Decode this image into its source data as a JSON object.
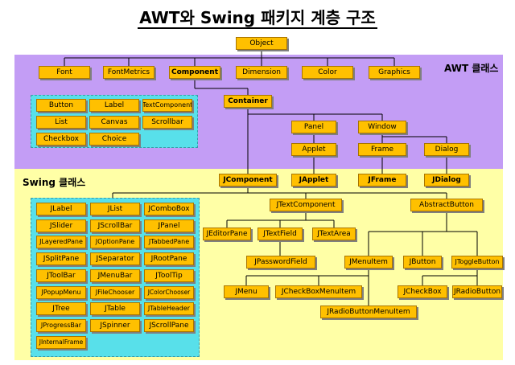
{
  "title": "AWT와 Swing 패키지 계층 구조",
  "regions": {
    "awt_label": "AWT 클래스",
    "swing_label": "Swing 클래스"
  },
  "colors": {
    "awt_region": "#c39df5",
    "swing_region": "#ffffa6",
    "class_box": "#ffc000",
    "group_box": "#58e0ea"
  },
  "classes": {
    "object": "Object",
    "font": "Font",
    "fontmetrics": "FontMetrics",
    "component": "Component",
    "dimension": "Dimension",
    "color": "Color",
    "graphics": "Graphics",
    "button": "Button",
    "label": "Label",
    "textcomponent": "TextComponent",
    "list": "List",
    "canvas": "Canvas",
    "scrollbar": "Scrollbar",
    "checkbox": "Checkbox",
    "choice": "Choice",
    "container": "Container",
    "panel": "Panel",
    "window": "Window",
    "applet": "Applet",
    "frame": "Frame",
    "dialog": "Dialog",
    "jcomponent": "JComponent",
    "japplet": "JApplet",
    "jframe": "JFrame",
    "jdialog": "JDialog",
    "jlabel": "JLabel",
    "jlist": "JList",
    "jcombobox": "JComboBox",
    "jslider": "JSlider",
    "jscrollbar": "JScrollBar",
    "jpanel": "JPanel",
    "jlayeredpane": "JLayeredPane",
    "joptionpane": "JOptionPane",
    "jtabbedpane": "JTabbedPane",
    "jsplitpane": "JSplitPane",
    "jseparator": "JSeparator",
    "jrootpane": "JRootPane",
    "jtoolbar": "JToolBar",
    "jmenubar": "JMenuBar",
    "jtooltip": "JToolTip",
    "jpopupmenu": "JPopupMenu",
    "jfilechooser": "JFileChooser",
    "jcolorchooser": "JColorChooser",
    "jtree": "JTree",
    "jtable": "JTable",
    "jtableheader": "JTableHeader",
    "jprogressbar": "JProgressBar",
    "jspinner": "JSpinner",
    "jscrollpane": "JScrollPane",
    "jinternalframe": "JInternalFrame",
    "jtextcomponent": "JTextComponent",
    "jeditorpane": "JEditorPane",
    "jtextfield": "JTextField",
    "jtextarea": "JTextArea",
    "jpasswordfield": "JPasswordField",
    "abstractbutton": "AbstractButton",
    "jmenuitem": "JMenuItem",
    "jbutton": "JButton",
    "jtogglebutton": "JToggleButton",
    "jmenu": "JMenu",
    "jcheckboxmenuitem": "JCheckBoxMenuItem",
    "jradiobuttonmenuitem": "JRadioButtonMenuItem",
    "jcheckbox": "JCheckBox",
    "jradiobutton": "JRadioButton"
  }
}
